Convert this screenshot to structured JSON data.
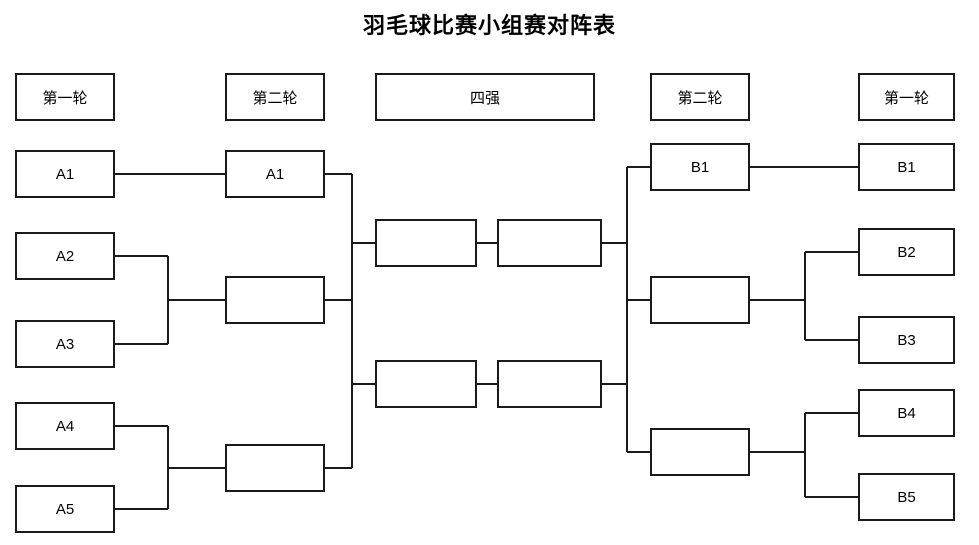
{
  "title": "羽毛球比赛小组赛对阵表",
  "colors": {
    "line": "#1a1a1a",
    "background": "#ffffff",
    "text": "#000000"
  },
  "headers": [
    {
      "label": "第一轮",
      "side": "left",
      "round": 1
    },
    {
      "label": "第二轮",
      "side": "left",
      "round": 2
    },
    {
      "label": "四强",
      "side": "center",
      "round": 3
    },
    {
      "label": "第二轮",
      "side": "right",
      "round": 2
    },
    {
      "label": "第一轮",
      "side": "right",
      "round": 1
    }
  ],
  "bracket": {
    "left": {
      "round1": [
        {
          "label": "A1"
        },
        {
          "label": "A2"
        },
        {
          "label": "A3"
        },
        {
          "label": "A4"
        },
        {
          "label": "A5"
        }
      ],
      "round2": [
        {
          "label": "A1"
        },
        {
          "label": ""
        },
        {
          "label": ""
        }
      ],
      "semifinal": [
        {
          "label": ""
        },
        {
          "label": ""
        }
      ]
    },
    "center": {
      "final": [
        {
          "label": ""
        },
        {
          "label": ""
        }
      ]
    },
    "right": {
      "round2": [
        {
          "label": "B1"
        },
        {
          "label": ""
        },
        {
          "label": ""
        }
      ],
      "round1": [
        {
          "label": "B1"
        },
        {
          "label": "B2"
        },
        {
          "label": "B3"
        },
        {
          "label": "B4"
        },
        {
          "label": "B5"
        }
      ]
    }
  }
}
